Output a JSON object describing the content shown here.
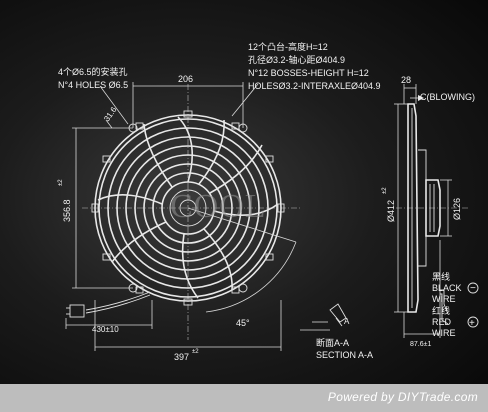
{
  "labels": {
    "bosses_cn": "12个凸台-高度H=12",
    "holes_cn": "孔径Ø3.2-轴心距Ø404.9",
    "bosses_en": "N°12 BOSSES-HEIGHT H=12",
    "holes_en": "HOLESØ3.2-INTERAXLEØ404.9",
    "mount_cn": "4个Ø6.5的安装孔",
    "mount_en": "N°4 HOLES Ø6.5",
    "dim_206": "206",
    "dim_28": "28",
    "dim_31_6": "31.6",
    "dim_356": "356.8",
    "dim_356_tol": "±2",
    "dim_412": "Ø412",
    "dim_412_tol": "±2",
    "dim_126": "Ø126",
    "dim_430": "430±10",
    "dim_397": "397",
    "dim_397_tol": "±2",
    "dim_45": "45°",
    "dim_87": "87.6±1",
    "blowing": "C(BLOWING)",
    "black_cn": "黑线",
    "black_en": "BLACK",
    "wire_1": "WIRE",
    "red_cn": "红线",
    "red_en": "RED",
    "wire_2": "WIRE",
    "minus": "−",
    "plus": "+",
    "section_cn": "断面A-A",
    "section_en": "SECTION A-A",
    "section_mark": "A",
    "watermark": "COOL",
    "footer": "Powered by DIYTrade.com"
  },
  "colors": {
    "background": "#050505",
    "line": "#e8e8e8",
    "footer_bar": "#bdbdbd"
  }
}
